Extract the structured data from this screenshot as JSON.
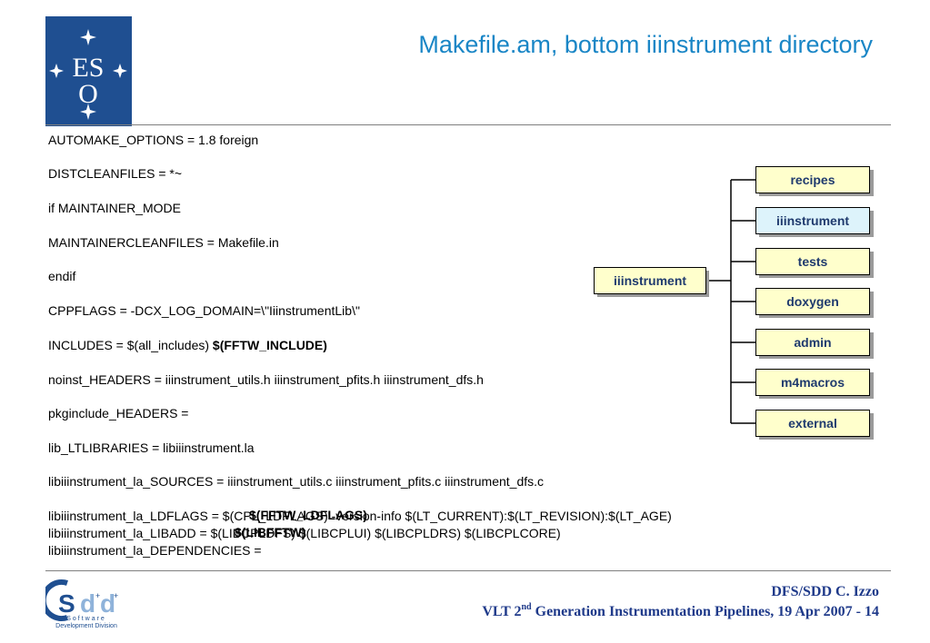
{
  "title": "Makefile.am, bottom iiinstrument directory",
  "logo": {
    "eso_text": "ESO",
    "sdd_text": "Software Development Division"
  },
  "code_lines": [
    "AUTOMAKE_OPTIONS = 1.8 foreign",
    "DISTCLEANFILES = *~",
    "if MAINTAINER_MODE",
    "MAINTAINERCLEANFILES = Makefile.in",
    "endif",
    "CPPFLAGS = -DCX_LOG_DOMAIN=\\\"IiinstrumentLib\\\"",
    "INCLUDES = $(all_includes)",
    "noinst_HEADERS =    iiinstrument_utils.h iiinstrument_pfits.h iiinstrument_dfs.h",
    "pkginclude_HEADERS =",
    "lib_LTLIBRARIES = libiiinstrument.la",
    "libiiinstrument_la_SOURCES =    iiinstrument_utils.c iiinstrument_pfits.c iiinstrument_dfs.c",
    "libiiinstrument_la_LDFLAGS =  $(CPL_LDFLAGS) -version-info $(LT_CURRENT):$(LT_REVISION):$(LT_AGE)",
    "libiiinstrument_la_LIBADD =   $(LIBCPLDFS) $(LIBCPLUI) $(LIBCPLDRS) $(LIBCPLCORE)",
    "libiiinstrument_la_DEPENDENCIES ="
  ],
  "highlights": {
    "includes_extra": "$(FFTW_INCLUDE)",
    "ldflags_extra": "$(FFTW_LDFLAGS)",
    "libadd_extra": "$(LIBFFTW)"
  },
  "tree": {
    "root": "iiinstrument",
    "children": [
      "recipes",
      "iiinstrument",
      "tests",
      "doxygen",
      "admin",
      "m4macros",
      "external"
    ]
  },
  "footer": {
    "line1": "DFS/SDD C. Izzo",
    "line2_pre": "VLT 2",
    "line2_sup": "nd",
    "line2_post": " Generation Instrumentation Pipelines, 19 Apr 2007 - 14"
  },
  "colors": {
    "title": "#1a86c6",
    "box_fill": "#ffffcc",
    "box_highlight": "#ddf3fb",
    "footer": "#1f3a8a",
    "logo_bg": "#1f4f91"
  }
}
